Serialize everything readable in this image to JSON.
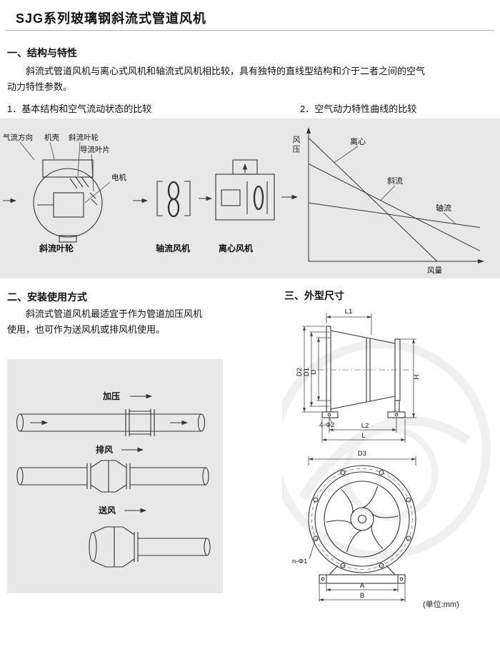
{
  "page": {
    "title": "SJG系列玻璃钢斜流式管道风机",
    "unit_note": "(单位:mm)"
  },
  "sections": {
    "s1": {
      "heading": "一、结构与特性",
      "body_lines": [
        "斜流式管道风机与离心式风机和轴流式风机相比较，具有独特的直线型结构和介于二者之间的空气",
        "动力特性参数。"
      ],
      "item1": "1．基本结构和空气流动状态的比较",
      "item2": "2．空气动力特性曲线的比较"
    },
    "s2": {
      "heading": "二、安装使用方式",
      "body_lines": [
        "斜流式管道风机最适宜于作为管道加压风机",
        "使用，也可作为送风机或排风机使用。"
      ]
    },
    "s3": {
      "heading": "三、外型尺寸"
    }
  },
  "structure_diagram": {
    "airflow_label": "气流方向",
    "casing_label": "机壳",
    "impeller_label": "斜流叶轮",
    "guide_vane_label": "导流叶片",
    "motor_label": "电机",
    "caption_mixed": "斜流叶轮",
    "caption_axial": "轴流风机",
    "caption_centrifugal": "离心风机"
  },
  "chart_data": {
    "type": "line",
    "title": "空气动力特性曲线的比较",
    "xlabel": "风量",
    "ylabel": "风压",
    "axes_numeric": false,
    "grid": false,
    "legend_position": "inline-labels",
    "x_normalized_range": [
      0,
      1
    ],
    "y_normalized_range": [
      0,
      1
    ],
    "series": [
      {
        "name": "离心",
        "x": [
          0,
          0.75
        ],
        "y": [
          0.95,
          0
        ]
      },
      {
        "name": "斜流",
        "x": [
          0,
          1
        ],
        "y": [
          0.75,
          0.08
        ]
      },
      {
        "name": "轴流",
        "x": [
          0,
          1
        ],
        "y": [
          0.45,
          0.26
        ]
      }
    ]
  },
  "install_diagram": {
    "modes": [
      "加压",
      "排风",
      "送风"
    ]
  },
  "dimension_diagram": {
    "side_view": {
      "l1": "L1",
      "d2": "D2",
      "d1": "D1",
      "d": "D",
      "h": "H",
      "holes": "4-Φ2",
      "l2": "L2",
      "l": "L"
    },
    "front_view": {
      "d3": "D3",
      "holes": "n-Φ1",
      "a": "A",
      "b": "B"
    }
  }
}
